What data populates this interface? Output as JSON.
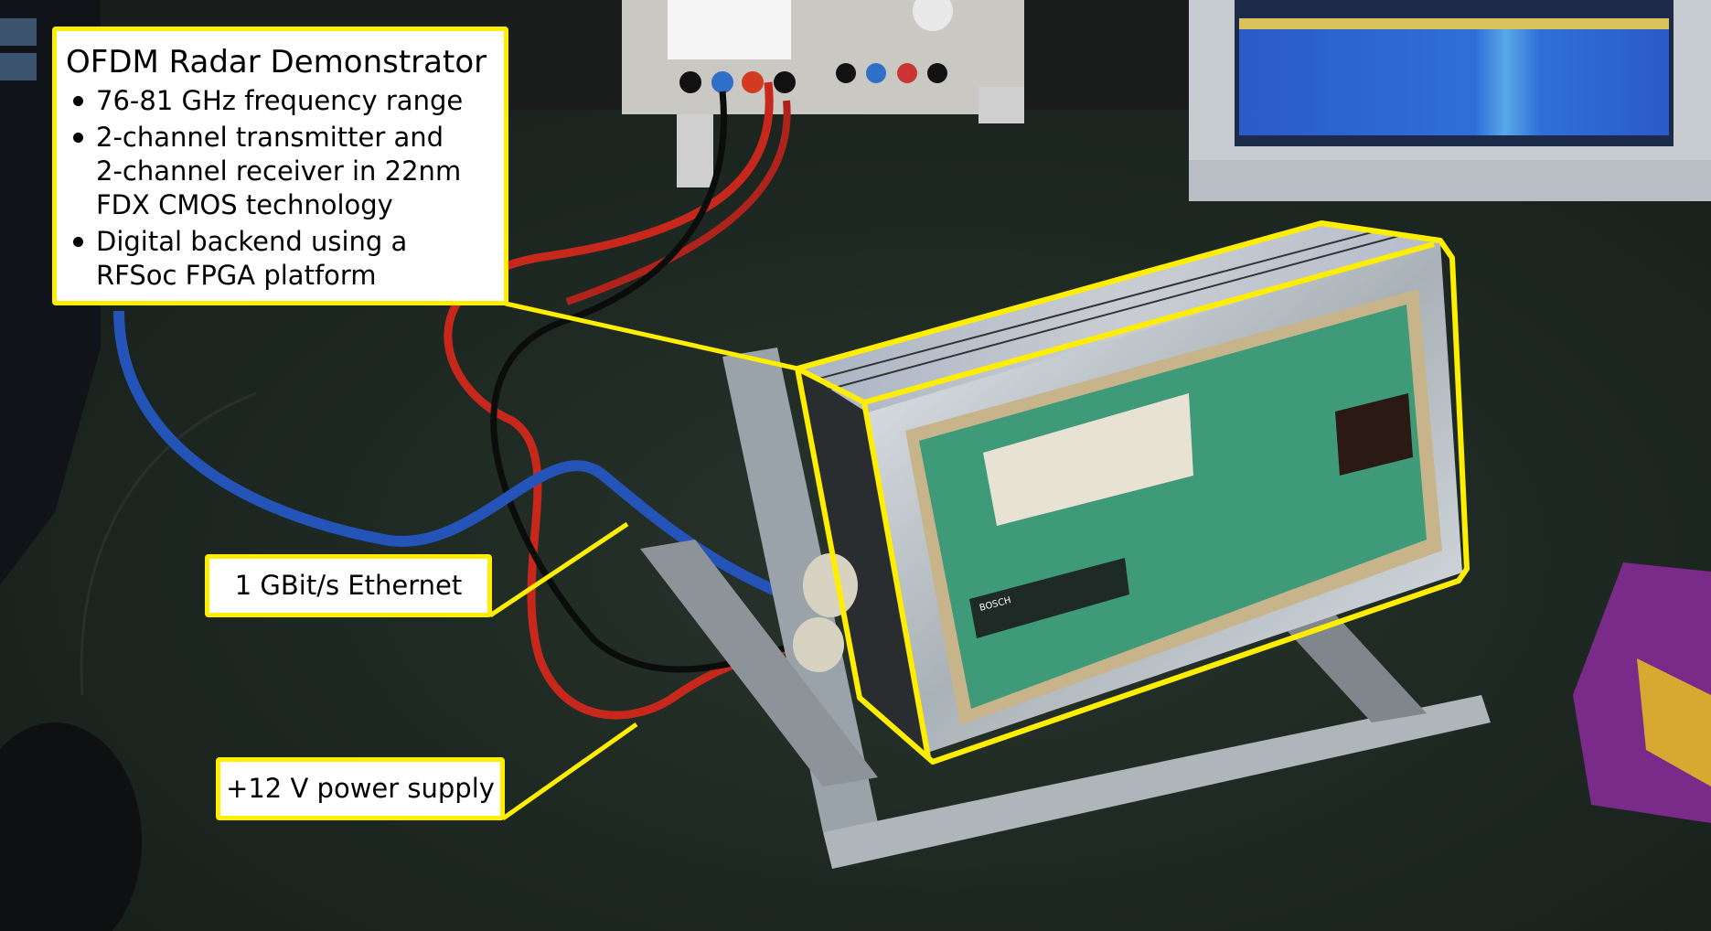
{
  "annotation_color": "#ffee00",
  "info_box": {
    "title": "OFDM Radar Demonstrator",
    "bullets": [
      "76-81 GHz frequency range",
      "2-channel transmitter and 2-channel receiver in 22nm FDX CMOS technology",
      "Digital backend using a RFSoc FPGA platform"
    ],
    "bullet_lines": [
      [
        "76-81 GHz frequency range"
      ],
      [
        "2-channel transmitter and",
        "2-channel receiver in 22nm",
        "FDX CMOS technology"
      ],
      [
        "Digital backend using a",
        "RFSoc FPGA platform"
      ]
    ]
  },
  "labels": {
    "ethernet": "1 GBit/s Ethernet",
    "power": "+12 V power supply"
  },
  "scene": {
    "description": "Lab bench photo with radar demonstrator module on aluminum stand, power supply and spectrum analyzer in background",
    "pcb_marking": "BOSCH"
  }
}
